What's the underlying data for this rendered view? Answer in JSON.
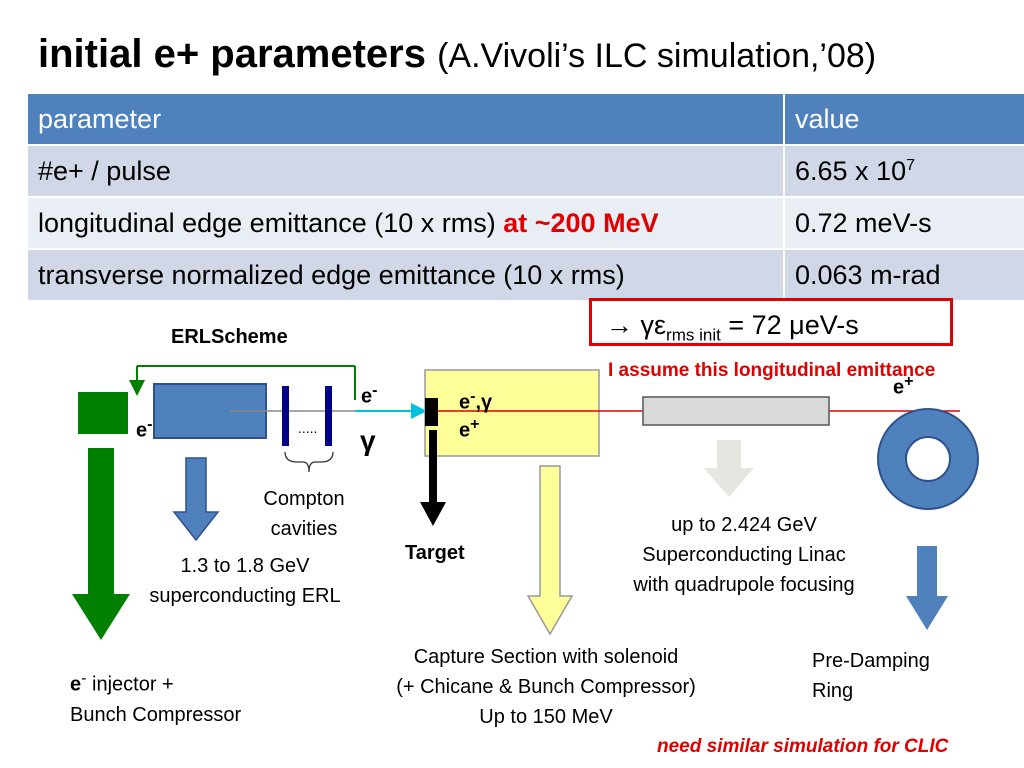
{
  "title": {
    "main": "initial e+ parameters",
    "sub": "(A.Vivoli’s ILC simulation,’08)"
  },
  "table": {
    "headers": [
      "parameter",
      "value"
    ],
    "rows": [
      {
        "parameter": "#e+ / pulse",
        "highlight": "",
        "value": "6.65 x 10",
        "value_sup": "7"
      },
      {
        "parameter": "longitudinal edge emittance (10 x rms) ",
        "highlight": "at ~200 MeV",
        "value": "0.72 meV-s",
        "value_sup": ""
      },
      {
        "parameter": "transverse normalized edge emittance (10 x rms)",
        "highlight": "",
        "value": "0.063 m-rad",
        "value_sup": ""
      }
    ]
  },
  "emittance_box": {
    "prefix": "→ γε",
    "subscript": "rms init",
    "suffix": " = 72 μeV-s"
  },
  "assume_note": "I assume this longitudinal emittance",
  "diagram": {
    "erl_scheme": "ERLScheme",
    "e_minus_top": "e",
    "e_minus_top_sup": "-",
    "e_minus_left": "e",
    "e_minus_left_sup": "-",
    "dots": ".....",
    "gamma": "γ",
    "target_beam_1": "e",
    "target_beam_1_sup": "-",
    "target_beam_1_rest": ",γ",
    "target_beam_2": "e",
    "target_beam_2_sup": "+",
    "e_plus_ring": "e",
    "e_plus_ring_sup": "+",
    "compton_line1": "Compton",
    "compton_line2": "cavities",
    "target": "Target",
    "erl_line1": "1.3 to 1.8 GeV",
    "erl_line2": "superconducting ERL",
    "linac_line1": "up to 2.424 GeV",
    "linac_line2": "Superconducting Linac",
    "linac_line3": "with quadrupole focusing",
    "capture_line1": "Capture Section with solenoid",
    "capture_line2": "(+ Chicane & Bunch Compressor)",
    "capture_line3": "Up to 150 MeV",
    "injector_e": "e",
    "injector_sup": "-",
    "injector_line1_rest": " injector +",
    "injector_line2": "Bunch Compressor",
    "predamp_line1": "Pre-Damping",
    "predamp_line2": "Ring"
  },
  "footer_note": "need similar simulation for CLIC",
  "colors": {
    "table_header": "#4f81bd",
    "row_dark": "#d0d8e8",
    "row_light": "#e9edf4",
    "accent_red": "#e00000",
    "injector_green": "#008000",
    "erl_blue": "#4f81bd",
    "cavity_navy": "#00008b",
    "capture_yellow": "#ffff99",
    "linac_gray": "#d9d9d9",
    "ring_blue": "#4f81bd"
  }
}
